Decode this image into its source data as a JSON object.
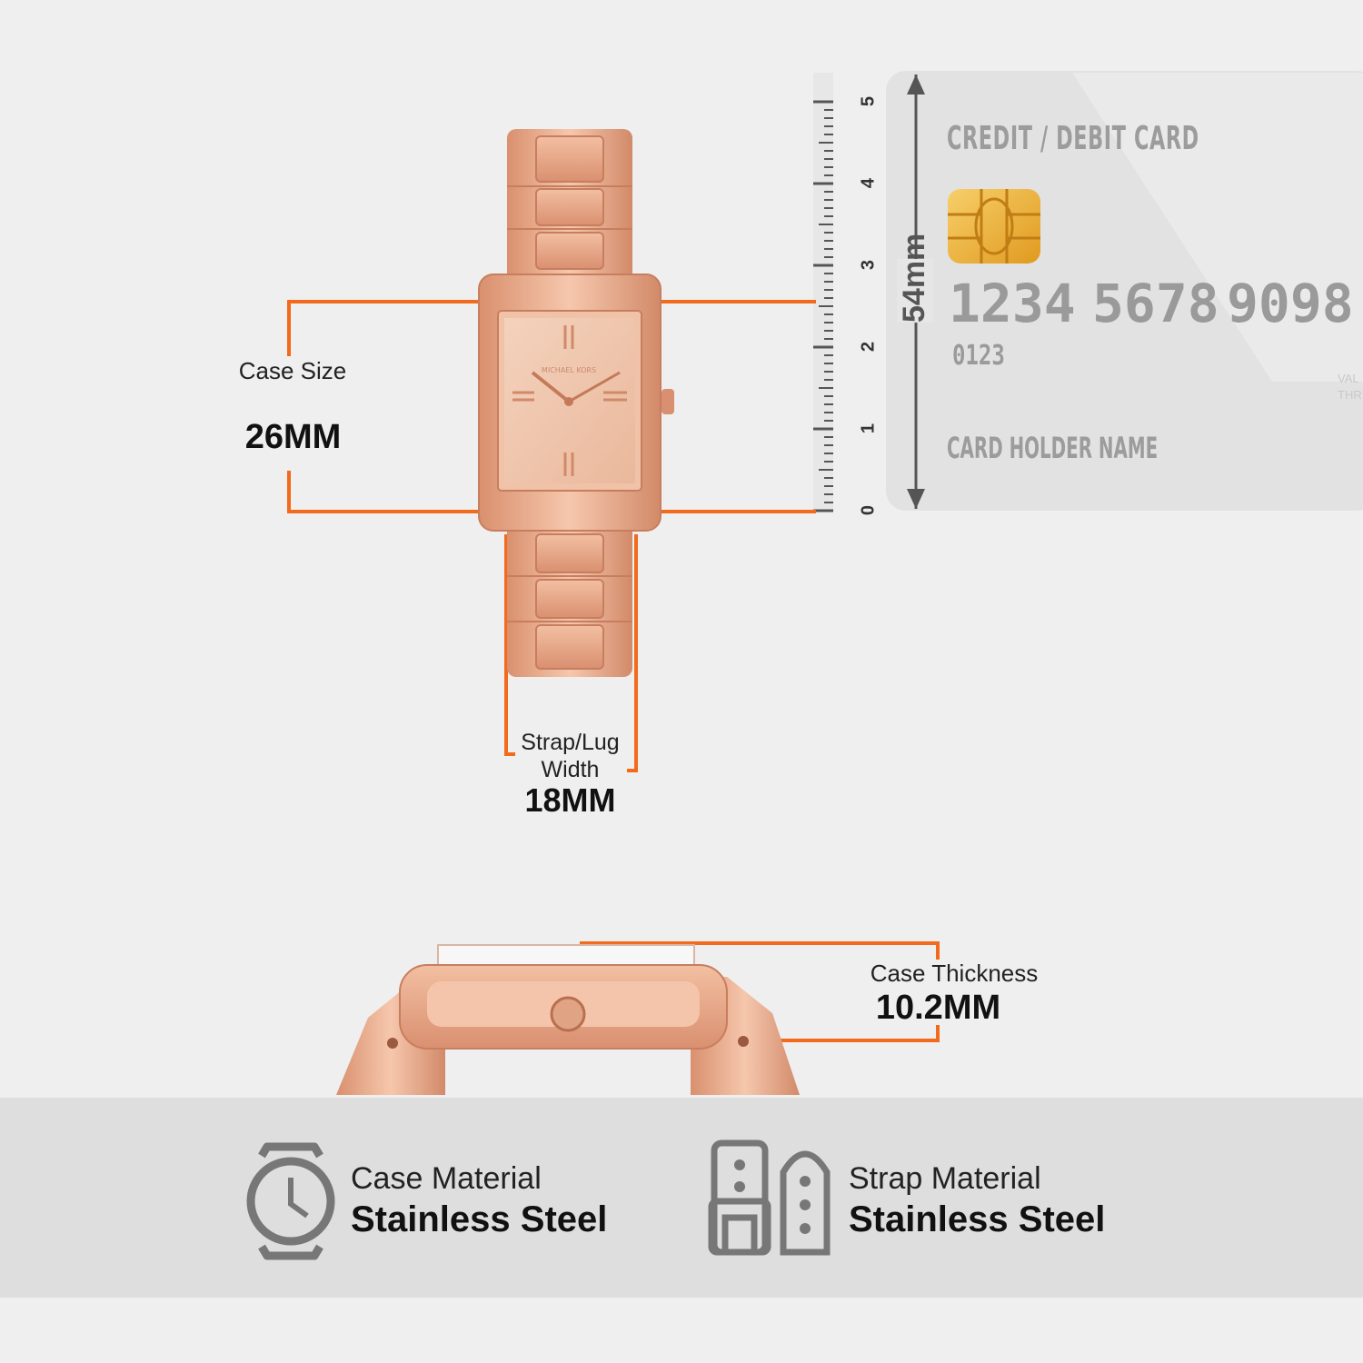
{
  "measurements": {
    "case_size_label": "Case Size",
    "case_size_value": "26MM",
    "strap_label": "Strap/Lug Width",
    "strap_value": "18MM",
    "thickness_label": "Case Thickness",
    "thickness_value": "10.2MM"
  },
  "card": {
    "title": "CREDIT / DEBIT CARD",
    "number_1": "1234",
    "number_2": "5678",
    "number_3": "9098",
    "small_number": "0123",
    "holder": "CARD HOLDER NAME",
    "valid_text": "VAL THR",
    "dimension": "54mm"
  },
  "ruler": {
    "marks": [
      "0",
      "1",
      "2",
      "3",
      "4",
      "5"
    ]
  },
  "materials": {
    "case_label": "Case Material",
    "case_value": "Stainless Steel",
    "strap_label": "Strap Material",
    "strap_value": "Stainless Steel"
  },
  "colors": {
    "accent": "#f26a1b",
    "rose_gold": "#e8a88a",
    "icon_gray": "#777777",
    "band_bg": "#dedede"
  }
}
